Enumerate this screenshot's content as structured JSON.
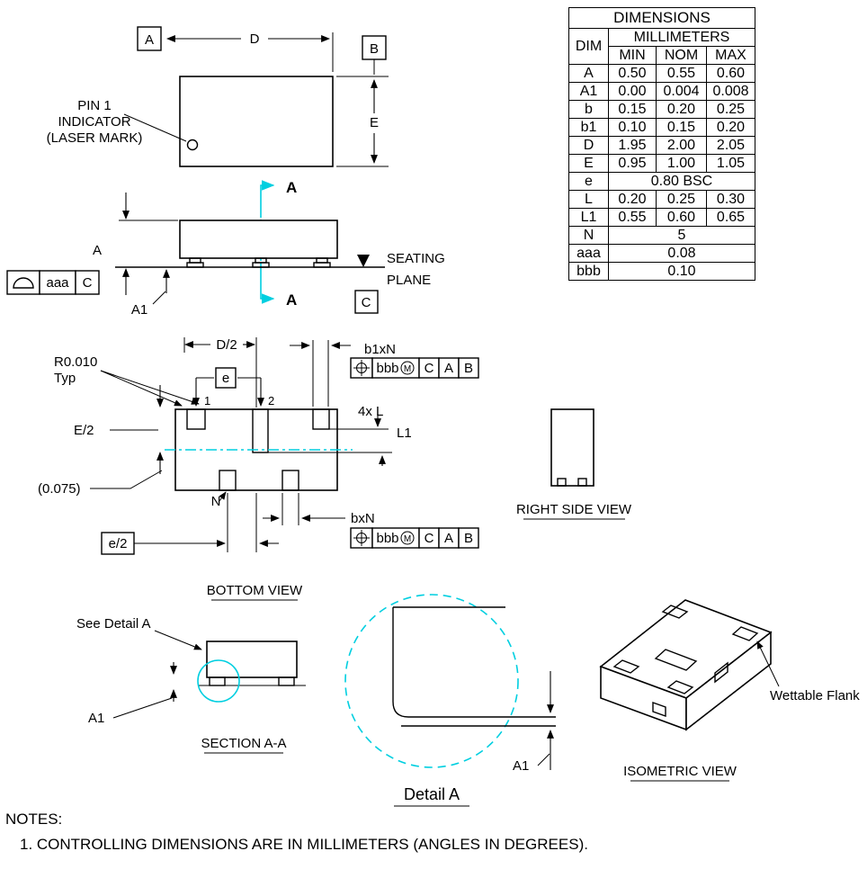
{
  "colors": {
    "line": "#000000",
    "accent": "#00cfe0"
  },
  "dim_table": {
    "title": "DIMENSIONS",
    "dim_header": "DIM",
    "units_header": "MILLIMETERS",
    "min": "MIN",
    "nom": "NOM",
    "max": "MAX",
    "rows": [
      {
        "dim": "A",
        "min": "0.50",
        "nom": "0.55",
        "max": "0.60"
      },
      {
        "dim": "A1",
        "min": "0.00",
        "nom": "0.004",
        "max": "0.008"
      },
      {
        "dim": "b",
        "min": "0.15",
        "nom": "0.20",
        "max": "0.25"
      },
      {
        "dim": "b1",
        "min": "0.10",
        "nom": "0.15",
        "max": "0.20"
      },
      {
        "dim": "D",
        "min": "1.95",
        "nom": "2.00",
        "max": "2.05"
      },
      {
        "dim": "E",
        "min": "0.95",
        "nom": "1.00",
        "max": "1.05"
      },
      {
        "dim": "e",
        "value": "0.80 BSC"
      },
      {
        "dim": "L",
        "min": "0.20",
        "nom": "0.25",
        "max": "0.30"
      },
      {
        "dim": "L1",
        "min": "0.55",
        "nom": "0.60",
        "max": "0.65"
      },
      {
        "dim": "N",
        "value": "5"
      },
      {
        "dim": "aaa",
        "value": "0.08"
      },
      {
        "dim": "bbb",
        "value": "0.10"
      }
    ]
  },
  "top_view": {
    "datum_a": "A",
    "datum_b": "B",
    "dim_d": "D",
    "dim_e": "E",
    "pin1_line1": "PIN 1",
    "pin1_line2": "INDICATOR",
    "pin1_line3": "(LASER MARK)"
  },
  "side_view": {
    "section_arrow": "A",
    "dim_a": "A",
    "dim_a1": "A1",
    "fcf_aaa": "aaa",
    "fcf_datum_c": "C",
    "seating1": "SEATING",
    "seating2": "PLANE",
    "datum_c": "C"
  },
  "bottom_view": {
    "dim_d2": "D/2",
    "radius": "R0.010",
    "radius_typ": "Typ",
    "dim_e_box": "e",
    "pin1": "1",
    "pin2": "2",
    "dim_e2": "E/2",
    "dim_075": "(0.075)",
    "dim_n": "N",
    "b1xn": "b1xN",
    "bxn": "bxN",
    "dim_4xl": "4x L",
    "dim_l1": "L1",
    "dim_e_half": "e/2",
    "label": "BOTTOM VIEW"
  },
  "fcf": {
    "bbb": "bbb",
    "m": "M",
    "c": "C",
    "a": "A",
    "b": "B"
  },
  "right_view": {
    "label": "RIGHT SIDE VIEW"
  },
  "section_view": {
    "see_detail": "See Detail A",
    "dim_a1": "A1",
    "label": "SECTION A-A"
  },
  "detail_view": {
    "dim_a1": "A1",
    "label": "Detail A"
  },
  "iso_view": {
    "wettable": "Wettable Flank",
    "label": "ISOMETRIC VIEW"
  },
  "notes": {
    "title": "NOTES:",
    "note1": "1.  CONTROLLING DIMENSIONS ARE IN MILLIMETERS (ANGLES IN DEGREES)."
  }
}
